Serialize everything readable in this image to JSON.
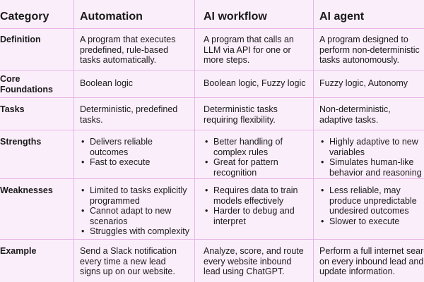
{
  "columns": [
    "Category",
    "Automation",
    "AI workflow",
    "AI agent"
  ],
  "rows": [
    {
      "label_lines": [
        "Definition"
      ],
      "cells": [
        [
          "A program that executes",
          "predefined, rule-based",
          "tasks automatically."
        ],
        [
          "A program that calls an",
          "LLM via API for one or",
          "more steps."
        ],
        [
          "A program designed to",
          "perform non-deterministic",
          "tasks autonomously."
        ]
      ]
    },
    {
      "label_lines": [
        "Core",
        "Foundations"
      ],
      "cells": [
        [
          "Boolean logic"
        ],
        [
          "Boolean logic, Fuzzy logic"
        ],
        [
          "Fuzzy logic, Autonomy"
        ]
      ]
    },
    {
      "label_lines": [
        "Tasks"
      ],
      "cells": [
        [
          "Deterministic, predefined",
          "tasks."
        ],
        [
          "Deterministic tasks",
          "requiring flexibility."
        ],
        [
          "Non-deterministic,",
          "adaptive tasks."
        ]
      ]
    },
    {
      "label_lines": [
        "Strengths"
      ],
      "bullets": [
        [
          [
            "Delivers reliable",
            "outcomes"
          ],
          [
            "Fast to execute"
          ]
        ],
        [
          [
            "Better handling of",
            "complex rules"
          ],
          [
            "Great for pattern",
            "recognition"
          ]
        ],
        [
          [
            "Highly adaptive to new",
            "variables"
          ],
          [
            "Simulates human-like",
            "behavior and reasoning"
          ]
        ]
      ]
    },
    {
      "label_lines": [
        "Weaknesses"
      ],
      "bullets": [
        [
          [
            "Limited to tasks explicitly",
            "programmed"
          ],
          [
            "Cannot adapt to new",
            "scenarios"
          ],
          [
            "Struggles with complexity"
          ]
        ],
        [
          [
            "Requires data to train",
            "models effectively"
          ],
          [
            "Harder to debug and",
            "interpret"
          ]
        ],
        [
          [
            "Less reliable, may",
            "produce unpredictable",
            "undesired outcomes"
          ],
          [
            "Slower to execute"
          ]
        ]
      ]
    },
    {
      "label_lines": [
        "Example"
      ],
      "cells": [
        [
          "Send a Slack notification",
          "every time a new lead",
          "signs up on our website."
        ],
        [
          "Analyze, score, and route",
          "every website inbound",
          "lead using ChatGPT."
        ],
        [
          "Perform a full internet search",
          "on every inbound lead and",
          "update information."
        ]
      ]
    }
  ],
  "colors": {
    "background": "#fbeefb",
    "grid": "#e7b6e7",
    "text": "#1a1a1a"
  }
}
